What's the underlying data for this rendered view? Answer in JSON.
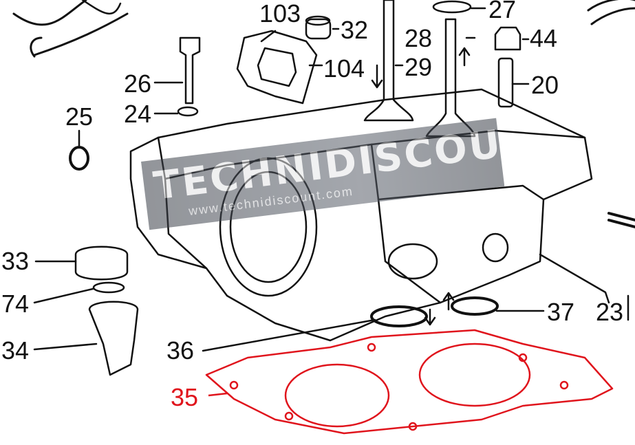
{
  "diagram": {
    "parts": [
      {
        "id": "p103",
        "label": "103"
      },
      {
        "id": "p32",
        "label": "32"
      },
      {
        "id": "p27",
        "label": "27"
      },
      {
        "id": "p28",
        "label": "28"
      },
      {
        "id": "p44",
        "label": "44"
      },
      {
        "id": "p104",
        "label": "104"
      },
      {
        "id": "p29",
        "label": "29"
      },
      {
        "id": "p26",
        "label": "26"
      },
      {
        "id": "p20",
        "label": "20"
      },
      {
        "id": "p25",
        "label": "25"
      },
      {
        "id": "p24",
        "label": "24"
      },
      {
        "id": "p33",
        "label": "33"
      },
      {
        "id": "p74",
        "label": "74"
      },
      {
        "id": "p34",
        "label": "34"
      },
      {
        "id": "p36",
        "label": "36"
      },
      {
        "id": "p37",
        "label": "37"
      },
      {
        "id": "p23",
        "label": "23"
      },
      {
        "id": "p35",
        "label": "35",
        "highlighted": true
      }
    ],
    "highlight_color": "#e0141c",
    "line_color": "#111111"
  },
  "watermark": {
    "title": "TECHNIDISCOUNT",
    "url": "www.technidiscount.com"
  }
}
